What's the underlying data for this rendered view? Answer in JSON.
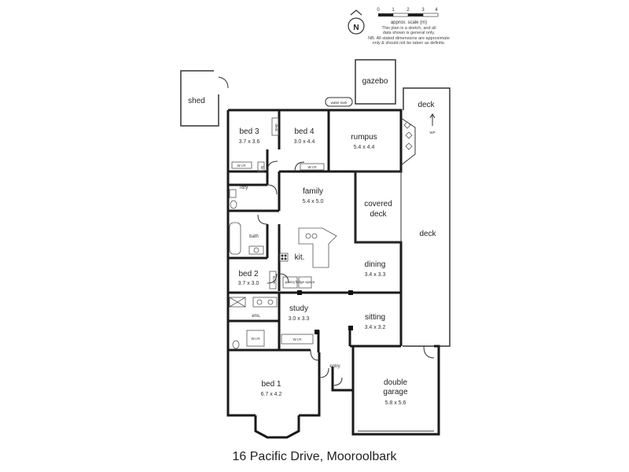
{
  "address": "16 Pacific Drive, Mooroolbark",
  "scale": {
    "ticks": [
      "0",
      "1",
      "2",
      "3",
      "4"
    ],
    "label": "approx. scale (m)",
    "note1": "This plan is a sketch, and all",
    "note2": "data shown is general only.",
    "note3": "NB. All stated dimensions are approximate",
    "note4": "only & should not be taken as definite."
  },
  "compass": "N",
  "rooms": {
    "shed": {
      "name": "shed"
    },
    "gazebo": {
      "name": "gazebo"
    },
    "water_tank": {
      "name": "water tank"
    },
    "deck_top": {
      "name": "deck"
    },
    "deck_side": {
      "name": "deck"
    },
    "bed3": {
      "name": "bed 3",
      "dim": "3.7 x 3.6"
    },
    "bed4": {
      "name": "bed 4",
      "dim": "3.0 x 4.4"
    },
    "rumpus": {
      "name": "rumpus",
      "dim": "5.4 x 4.4"
    },
    "family": {
      "name": "family",
      "dim": "5.4 x 5.0"
    },
    "covered_deck": {
      "name1": "covered",
      "name2": "deck"
    },
    "ldry": {
      "name": "l'dry"
    },
    "bath": {
      "name": "bath"
    },
    "kit": {
      "name": "kit."
    },
    "dining": {
      "name": "dining",
      "dim": "3.4 x 3.3"
    },
    "bed2": {
      "name": "bed 2",
      "dim": "3.7 x 3.0"
    },
    "ens": {
      "name": "ens."
    },
    "study": {
      "name": "study",
      "dim": "3.0 x 3.3"
    },
    "sitting": {
      "name": "sitting",
      "dim": "3.4 x 3.2"
    },
    "bed1": {
      "name": "bed 1",
      "dim": "6.7 x 4.2"
    },
    "entry": {
      "name": "entry"
    },
    "garage": {
      "name1": "double",
      "name2": "garage",
      "dim": "5.8 x 5.6"
    }
  },
  "small_labels": {
    "wir_bed3": "W.I.R",
    "wir_bed4": "W.I.R",
    "wir_ens": "W.I.R",
    "wir_study": "W.I.R",
    "desk": "desk",
    "pantry": "pantry",
    "fridge": "fridge space",
    "linen": "lin",
    "bir2": "B.I.R",
    "wp": "WP"
  }
}
